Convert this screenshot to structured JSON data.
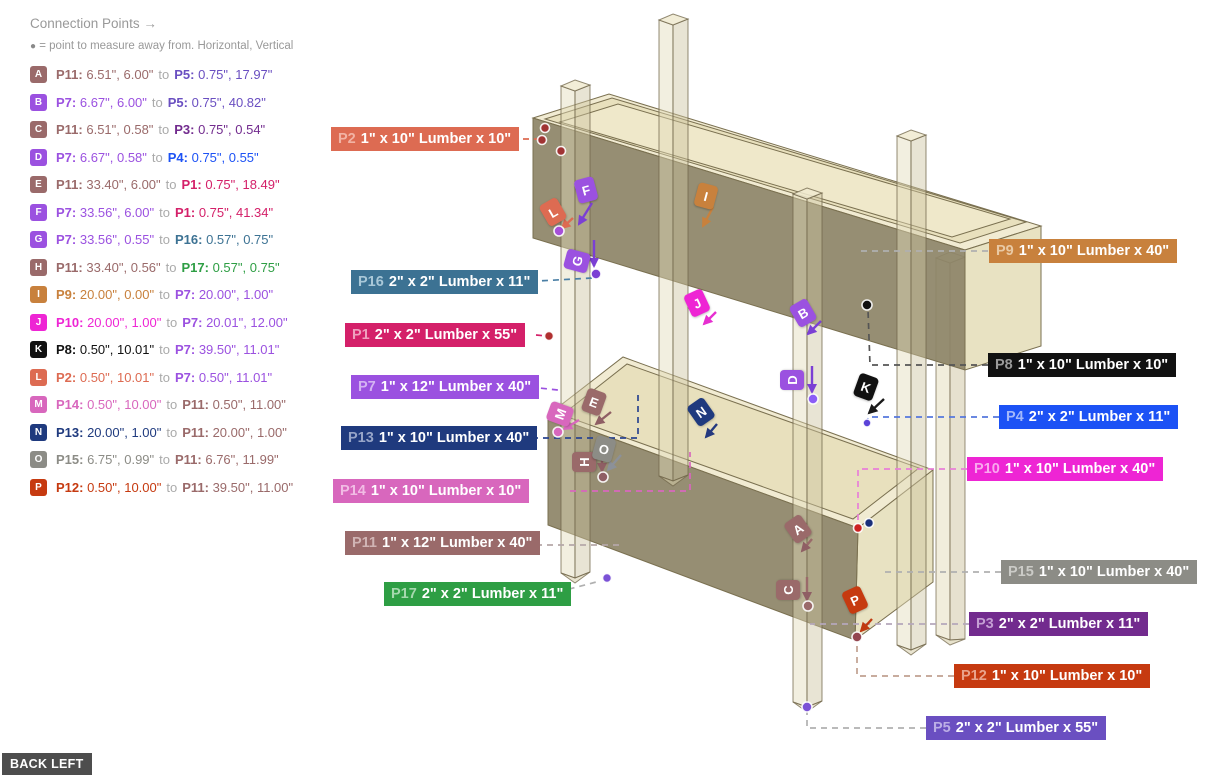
{
  "header": {
    "title": "Connection Points →",
    "subtitle": "= point to measure away from. Horizontal, Vertical",
    "subtitle_bullet": "●"
  },
  "view_label": "BACK LEFT",
  "part_labels": [
    {
      "id": "P2",
      "text": "1\" x 10\" Lumber  x 10\"",
      "bg": "#dd6b52",
      "prefix_color": "#f2b3a4"
    },
    {
      "id": "P16",
      "text": "2\" x 2\" Lumber x 11\"",
      "bg": "#3c7293",
      "prefix_color": "#a9c8d8"
    },
    {
      "id": "P1",
      "text": "2\" x 2\" Lumber x 55\"",
      "bg": "#d42069",
      "prefix_color": "#ef9fbe"
    },
    {
      "id": "P7",
      "text": "1\" x 12\" Lumber  x 40\"",
      "bg": "#9b51e0",
      "prefix_color": "#d4b2f2"
    },
    {
      "id": "P13",
      "text": "1\" x 10\" Lumber  x 40\"",
      "bg": "#1f3a7e",
      "prefix_color": "#97a5c8"
    },
    {
      "id": "P14",
      "text": "1\" x 10\" Lumber  x 10\"",
      "bg": "#d867bd",
      "prefix_color": "#f1bce4"
    },
    {
      "id": "P11",
      "text": "1\" x 12\" Lumber  x 40\"",
      "bg": "#9a6a6a",
      "prefix_color": "#d0b4b4"
    },
    {
      "id": "P17",
      "text": "2\" x 2\" Lumber x 11\"",
      "bg": "#2e9e44",
      "prefix_color": "#a6d8ae"
    },
    {
      "id": "P9",
      "text": "1\" x 10\" Lumber  x 40\"",
      "bg": "#c8813d",
      "prefix_color": "#e9c9a4"
    },
    {
      "id": "P8",
      "text": "1\" x 10\" Lumber  x 10\"",
      "bg": "#111111",
      "prefix_color": "#9a9a9a"
    },
    {
      "id": "P4",
      "text": "2\" x 2\" Lumber x 11\"",
      "bg": "#1c52f5",
      "prefix_color": "#a3b8fb"
    },
    {
      "id": "P10",
      "text": "1\" x 10\" Lumber  x 40\"",
      "bg": "#ee25d4",
      "prefix_color": "#f9a8ee"
    },
    {
      "id": "P15",
      "text": "1\" x 10\" Lumber  x 40\"",
      "bg": "#8c8c86",
      "prefix_color": "#cbcbc7"
    },
    {
      "id": "P3",
      "text": "2\" x 2\" Lumber x 11\"",
      "bg": "#722b8e",
      "prefix_color": "#c49ed3"
    },
    {
      "id": "P12",
      "text": "1\" x 10\" Lumber  x 10\"",
      "bg": "#c63a10",
      "prefix_color": "#e9a28b"
    },
    {
      "id": "P5",
      "text": "2\" x 2\" Lumber x 55\"",
      "bg": "#6a4fc1",
      "prefix_color": "#bcaee6"
    }
  ],
  "connections": [
    {
      "letter": "A",
      "from_part": "P11",
      "from_coords": "6.51\", 6.00\"",
      "to_part": "P5",
      "to_coords": "0.75\", 17.97\"",
      "from_color": "#9a6a6a",
      "to_color": "#6a4fc1"
    },
    {
      "letter": "B",
      "from_part": "P7",
      "from_coords": "6.67\", 6.00\"",
      "to_part": "P5",
      "to_coords": "0.75\", 40.82\"",
      "from_color": "#9b51e0",
      "to_color": "#6a4fc1"
    },
    {
      "letter": "C",
      "from_part": "P11",
      "from_coords": "6.51\", 0.58\"",
      "to_part": "P3",
      "to_coords": "0.75\", 0.54\"",
      "from_color": "#9a6a6a",
      "to_color": "#722b8e"
    },
    {
      "letter": "D",
      "from_part": "P7",
      "from_coords": "6.67\", 0.58\"",
      "to_part": "P4",
      "to_coords": "0.75\", 0.55\"",
      "from_color": "#9b51e0",
      "to_color": "#1c52f5"
    },
    {
      "letter": "E",
      "from_part": "P11",
      "from_coords": "33.40\", 6.00\"",
      "to_part": "P1",
      "to_coords": "0.75\", 18.49\"",
      "from_color": "#9a6a6a",
      "to_color": "#d42069"
    },
    {
      "letter": "F",
      "from_part": "P7",
      "from_coords": "33.56\", 6.00\"",
      "to_part": "P1",
      "to_coords": "0.75\", 41.34\"",
      "from_color": "#9b51e0",
      "to_color": "#d42069"
    },
    {
      "letter": "G",
      "from_part": "P7",
      "from_coords": "33.56\", 0.55\"",
      "to_part": "P16",
      "to_coords": "0.57\", 0.75\"",
      "from_color": "#9b51e0",
      "to_color": "#3c7293"
    },
    {
      "letter": "H",
      "from_part": "P11",
      "from_coords": "33.40\", 0.56\"",
      "to_part": "P17",
      "to_coords": "0.57\", 0.75\"",
      "from_color": "#9a6a6a",
      "to_color": "#2e9e44"
    },
    {
      "letter": "I",
      "from_part": "P9",
      "from_coords": "20.00\", 0.00\"",
      "to_part": "P7",
      "to_coords": "20.00\", 1.00\"",
      "from_color": "#c8813d",
      "to_color": "#9b51e0"
    },
    {
      "letter": "J",
      "from_part": "P10",
      "from_coords": "20.00\", 1.00\"",
      "to_part": "P7",
      "to_coords": "20.01\", 12.00\"",
      "from_color": "#ee25d4",
      "to_color": "#9b51e0"
    },
    {
      "letter": "K",
      "from_part": "P8",
      "from_coords": "0.50\", 10.01\"",
      "to_part": "P7",
      "to_coords": "39.50\", 11.01\"",
      "from_color": "#111111",
      "to_color": "#9b51e0"
    },
    {
      "letter": "L",
      "from_part": "P2",
      "from_coords": "0.50\", 10.01\"",
      "to_part": "P7",
      "to_coords": "0.50\", 11.01\"",
      "from_color": "#dd6b52",
      "to_color": "#9b51e0"
    },
    {
      "letter": "M",
      "from_part": "P14",
      "from_coords": "0.50\", 10.00\"",
      "to_part": "P11",
      "to_coords": "0.50\", 11.00\"",
      "from_color": "#d867bd",
      "to_color": "#9a6a6a"
    },
    {
      "letter": "N",
      "from_part": "P13",
      "from_coords": "20.00\", 1.00\"",
      "to_part": "P11",
      "to_coords": "20.00\", 1.00\"",
      "from_color": "#1f3a7e",
      "to_color": "#9a6a6a"
    },
    {
      "letter": "O",
      "from_part": "P15",
      "from_coords": "6.75\", 0.99\"",
      "to_part": "P11",
      "to_coords": "6.76\", 11.99\"",
      "from_color": "#8c8c86",
      "to_color": "#9a6a6a"
    },
    {
      "letter": "P",
      "from_part": "P12",
      "from_coords": "0.50\", 10.00\"",
      "to_part": "P11",
      "to_coords": "39.50\", 11.00\"",
      "from_color": "#c63a10",
      "to_color": "#9a6a6a"
    }
  ],
  "legend_to_word": "to"
}
